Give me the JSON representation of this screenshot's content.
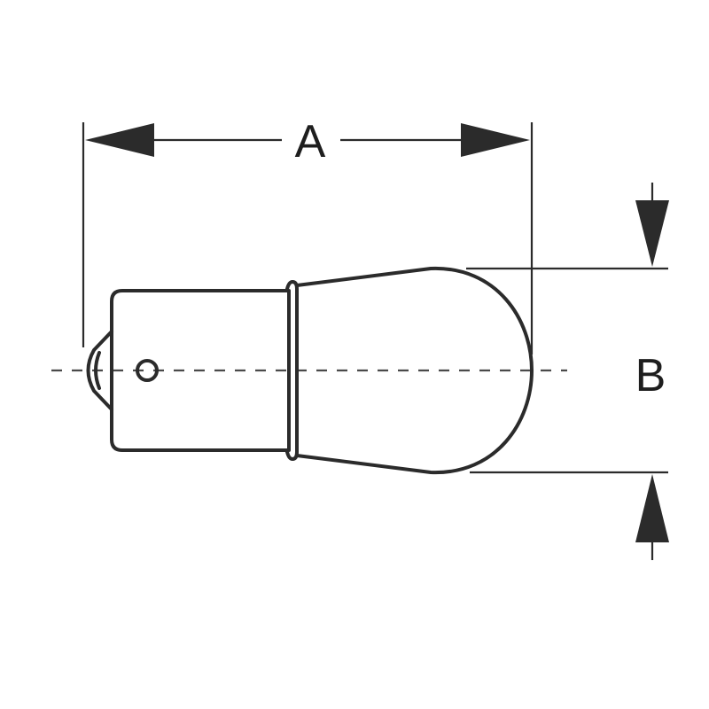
{
  "diagram": {
    "type": "bulb-dimension-drawing",
    "labels": {
      "length": "A",
      "diameter": "B"
    },
    "colors": {
      "stroke": "#2b2b2b",
      "arrow": "#2b2b2b",
      "centerline": "#4a4a4a",
      "background": "#ffffff"
    }
  }
}
